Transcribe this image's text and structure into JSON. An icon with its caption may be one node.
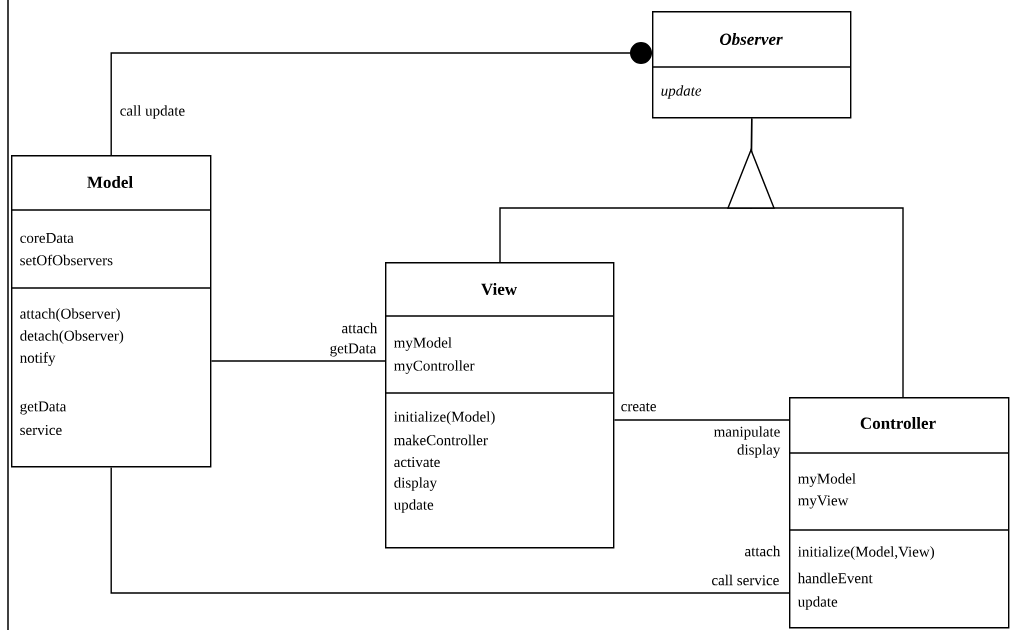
{
  "diagram": {
    "nodes": [
      {
        "text": [
          "Observer",
          "update"
        ]
      },
      {
        "text": [
          "Model",
          "coreData",
          "setOfObservers",
          "attach(Observer)",
          "detach(Observer)",
          "notify",
          "getData",
          "service"
        ]
      },
      {
        "text": [
          "View",
          "myModel",
          "myController",
          "initialize(Model)",
          "makeController",
          "activate",
          "display",
          "update"
        ]
      },
      {
        "text": [
          "Controller",
          "myModel",
          "myView",
          "initialize(Model,View)",
          "handleEvent",
          "update"
        ]
      }
    ],
    "edges": [
      {
        "from": 1,
        "to": 0,
        "arrow": "other",
        "label": "call update"
      },
      {
        "from": 1,
        "to": 2,
        "arrow": "none",
        "label": "getData"
      },
      {
        "from": 2,
        "to": 3,
        "arrow": "none",
        "label": "create"
      },
      {
        "from": 1,
        "to": 3,
        "arrow": "none",
        "label": "call service"
      },
      {
        "from": 2,
        "to": 0,
        "arrow": "to"
      },
      {
        "from": 3,
        "to": 0,
        "arrow": "to"
      }
    ],
    "labels": [
      "attach",
      "manipulate display",
      "attach"
    ]
  }
}
